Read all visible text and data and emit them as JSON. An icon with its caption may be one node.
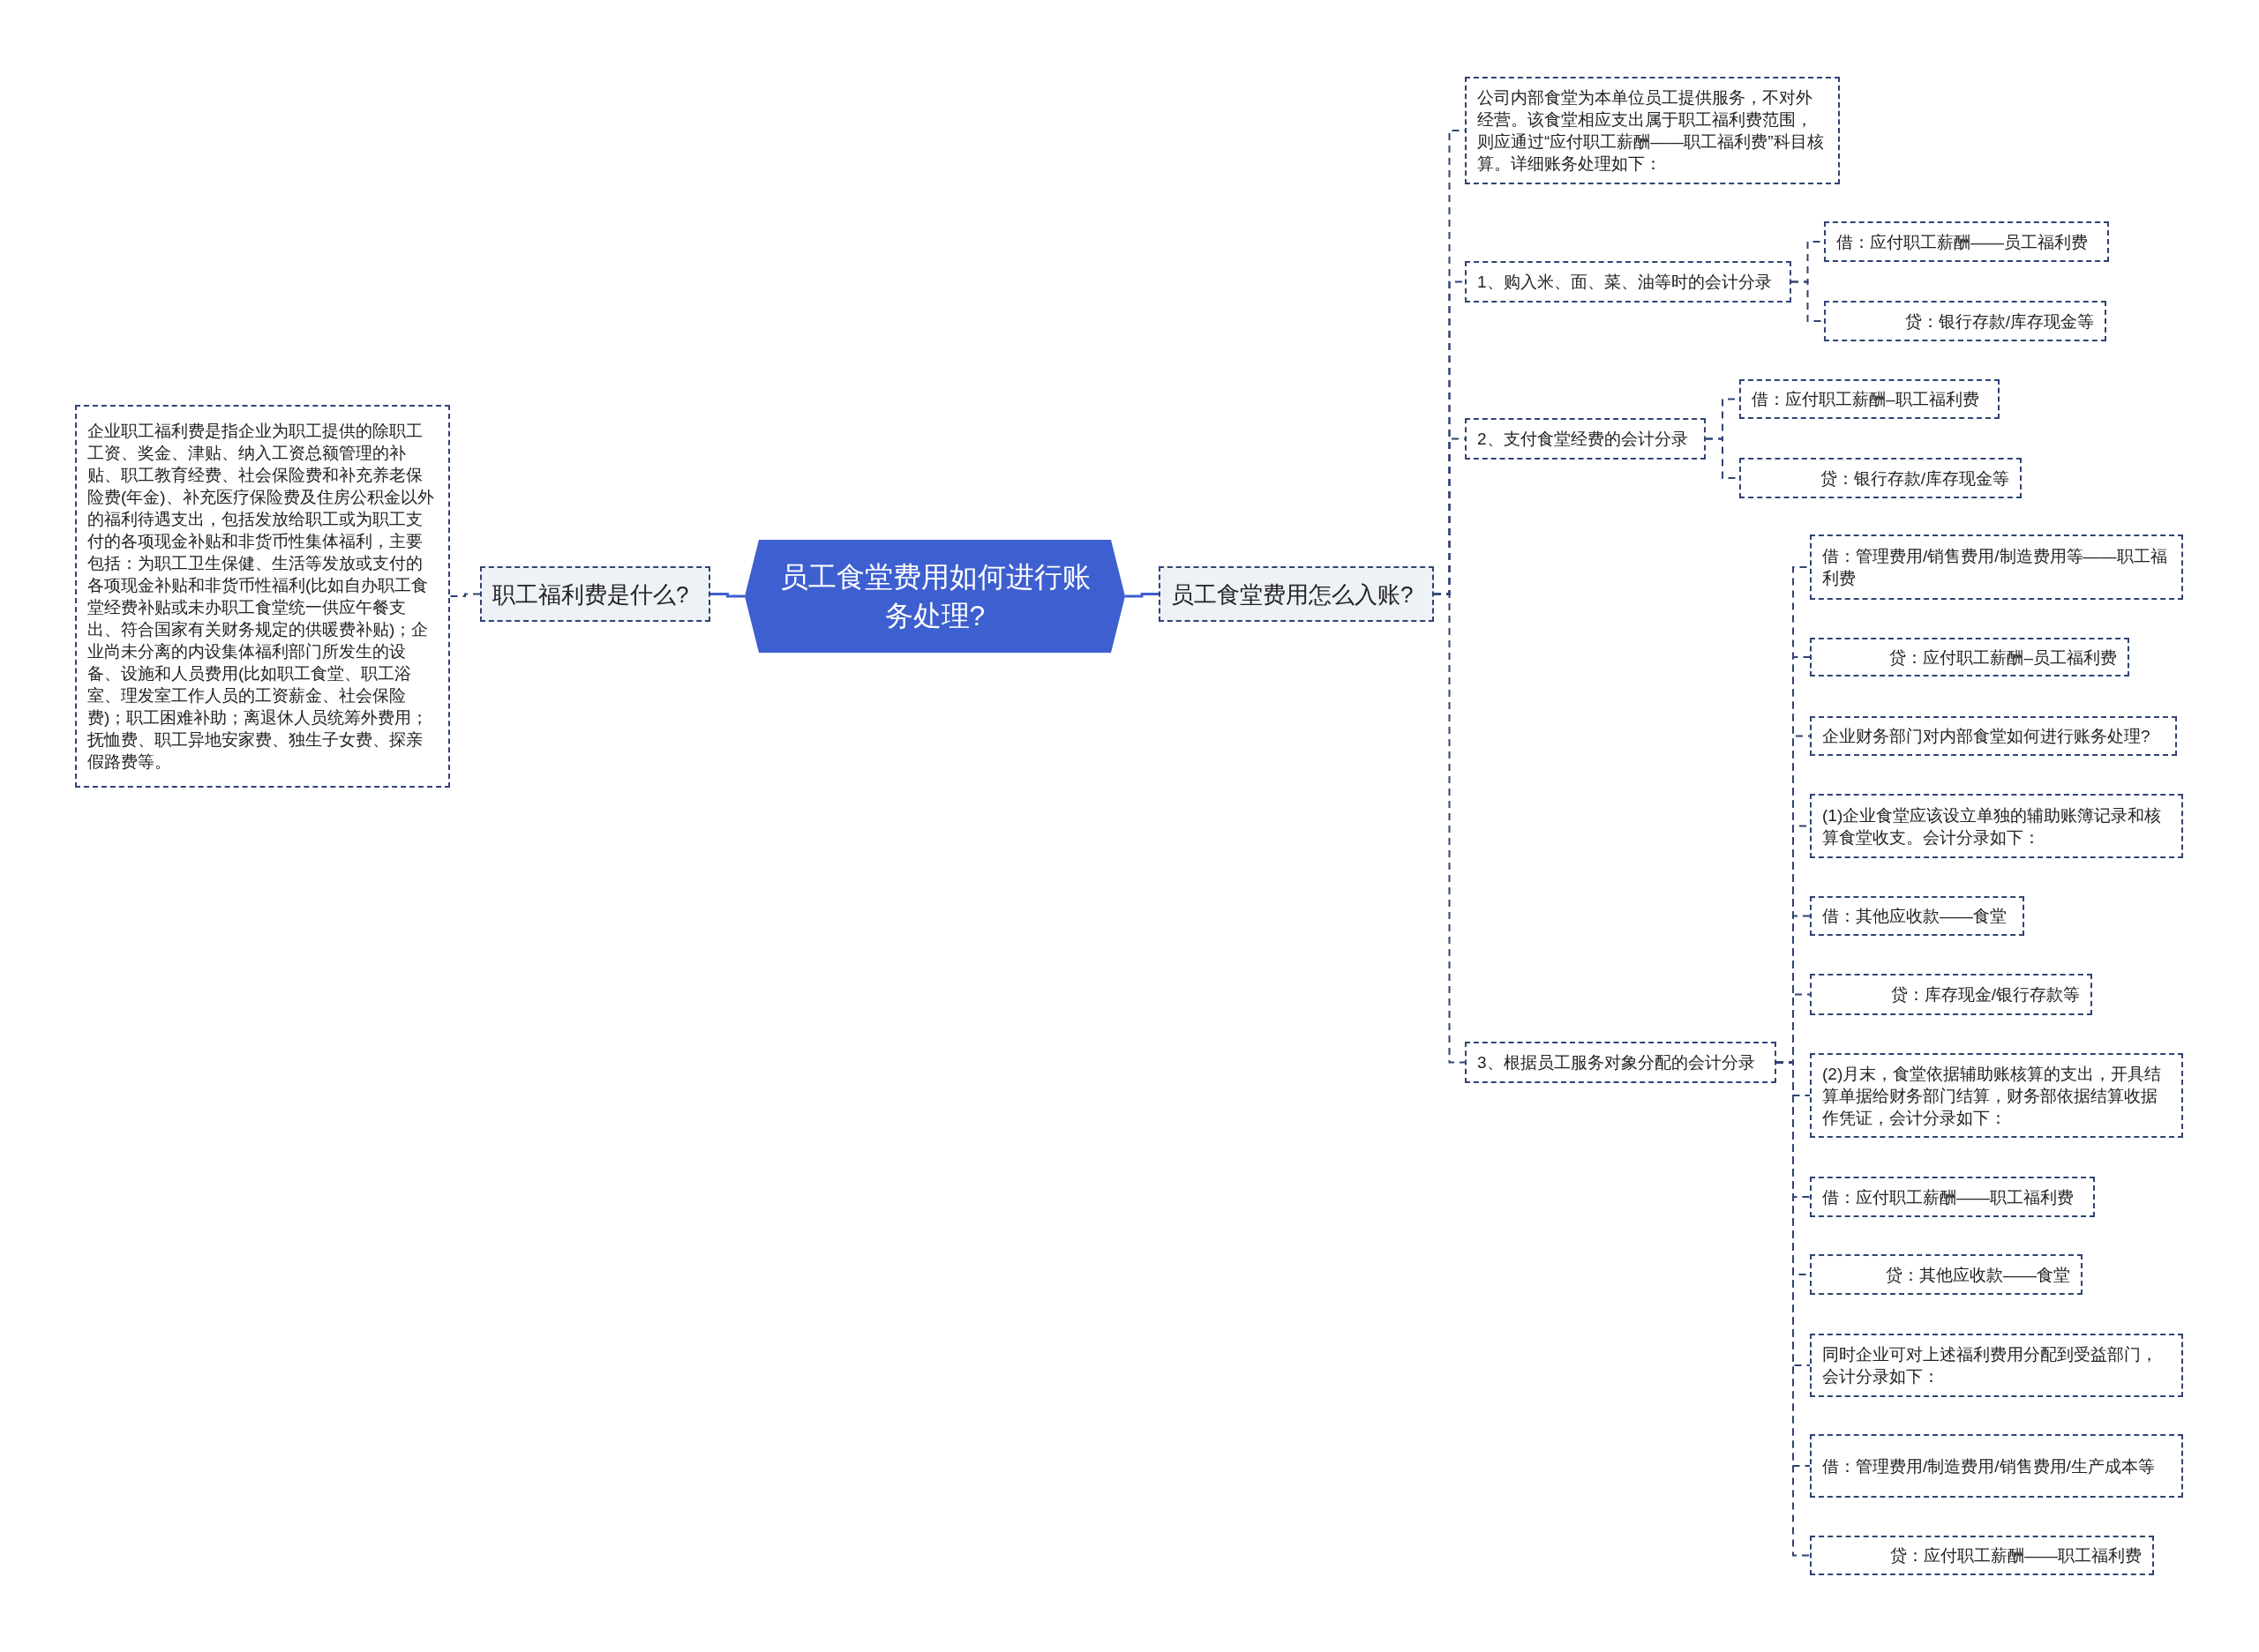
{
  "diagram": {
    "nodes": [
      {
        "text": [
          "员工食堂费用如何进行账务处理?"
        ]
      },
      {
        "text": [
          "职工福利费是什么?"
        ]
      },
      {
        "text": [
          "企业职工福利费是指企业为职工提供的除职工工资、奖金、津贴、纳入工资总额管理的补贴、职工教育经费、社会保险费和补充养老保险费(年金)、补充医疗保险费及住房公积金以外的福利待遇支出，包括发放给职工或为职工支付的各项现金补贴和非货币性集体福利，主要包括：为职工卫生保健、生活等发放或支付的各项现金补贴和非货币性福利(比如自办职工食堂经费补贴或未办职工食堂统一供应午餐支出、符合国家有关财务规定的供暖费补贴)；企业尚未分离的内设集体福利部门所发生的设备、设施和人员费用(比如职工食堂、职工浴室、理发室工作人员的工资薪金、社会保险费)；职工困难补助；离退休人员统筹外费用；抚恤费、职工异地安家费、独生子女费、探亲假路费等。"
        ]
      },
      {
        "text": [
          "员工食堂费用怎么入账?"
        ]
      },
      {
        "text": [
          "公司内部食堂为本单位员工提供服务，不对外经营。该食堂相应支出属于职工福利费范围，则应通过“应付职工薪酬——职工福利费”科目核算。详细账务处理如下："
        ]
      },
      {
        "text": [
          "1、购入米、面、菜、油等时的会计分录"
        ]
      },
      {
        "text": [
          "借：应付职工薪酬——员工福利费"
        ]
      },
      {
        "text": [
          "贷：银行存款/库存现金等"
        ]
      },
      {
        "text": [
          "2、支付食堂经费的会计分录"
        ]
      },
      {
        "text": [
          "借：应付职工薪酬–职工福利费"
        ]
      },
      {
        "text": [
          "贷：银行存款/库存现金等"
        ]
      },
      {
        "text": [
          "3、根据员工服务对象分配的会计分录"
        ]
      },
      {
        "text": [
          "借：管理费用/销售费用/制造费用等——职工福利费"
        ]
      },
      {
        "text": [
          "贷：应付职工薪酬–员工福利费"
        ]
      },
      {
        "text": [
          "企业财务部门对内部食堂如何进行账务处理?"
        ]
      },
      {
        "text": [
          "(1)企业食堂应该设立单独的辅助账簿记录和核算食堂收支。会计分录如下："
        ]
      },
      {
        "text": [
          "借：其他应收款——食堂"
        ]
      },
      {
        "text": [
          "贷：库存现金/银行存款等"
        ]
      },
      {
        "text": [
          "(2)月末，食堂依据辅助账核算的支出，开具结算单据给财务部门结算，财务部依据结算收据作凭证，会计分录如下："
        ]
      },
      {
        "text": [
          "借：应付职工薪酬——职工福利费"
        ]
      },
      {
        "text": [
          "贷：其他应收款——食堂"
        ]
      },
      {
        "text": [
          "同时企业可对上述福利费用分配到受益部门，会计分录如下："
        ]
      },
      {
        "text": [
          "借：管理费用/制造费用/销售费用/生产成本等"
        ]
      },
      {
        "text": [
          "贷：应付职工薪酬——职工福利费"
        ]
      }
    ],
    "edges": [
      {
        "from": 0,
        "to": 1,
        "arrow": "none",
        "color": "#3d5fcf"
      },
      {
        "from": 0,
        "to": 3,
        "arrow": "none",
        "color": "#3d5fcf"
      },
      {
        "from": 1,
        "to": 2,
        "arrow": "none",
        "style": "dashed"
      },
      {
        "from": 3,
        "to": 4,
        "arrow": "none",
        "style": "dashed"
      },
      {
        "from": 3,
        "to": 5,
        "arrow": "none",
        "style": "dashed"
      },
      {
        "from": 3,
        "to": 8,
        "arrow": "none",
        "style": "dashed"
      },
      {
        "from": 3,
        "to": 11,
        "arrow": "none",
        "style": "dashed"
      },
      {
        "from": 5,
        "to": 6,
        "arrow": "none",
        "style": "dashed"
      },
      {
        "from": 5,
        "to": 7,
        "arrow": "none",
        "style": "dashed"
      },
      {
        "from": 8,
        "to": 9,
        "arrow": "none",
        "style": "dashed"
      },
      {
        "from": 8,
        "to": 10,
        "arrow": "none",
        "style": "dashed"
      },
      {
        "from": 11,
        "to": 12,
        "arrow": "none",
        "style": "dashed"
      },
      {
        "from": 11,
        "to": 13,
        "arrow": "none",
        "style": "dashed"
      },
      {
        "from": 11,
        "to": 14,
        "arrow": "none",
        "style": "dashed"
      },
      {
        "from": 11,
        "to": 15,
        "arrow": "none",
        "style": "dashed"
      },
      {
        "from": 11,
        "to": 16,
        "arrow": "none",
        "style": "dashed"
      },
      {
        "from": 11,
        "to": 17,
        "arrow": "none",
        "style": "dashed"
      },
      {
        "from": 11,
        "to": 18,
        "arrow": "none",
        "style": "dashed"
      },
      {
        "from": 11,
        "to": 19,
        "arrow": "none",
        "style": "dashed"
      },
      {
        "from": 11,
        "to": 20,
        "arrow": "none",
        "style": "dashed"
      },
      {
        "from": 11,
        "to": 21,
        "arrow": "none",
        "style": "dashed"
      },
      {
        "from": 11,
        "to": 22,
        "arrow": "none",
        "style": "dashed"
      },
      {
        "from": 11,
        "to": 23,
        "arrow": "none",
        "style": "dashed"
      }
    ]
  }
}
